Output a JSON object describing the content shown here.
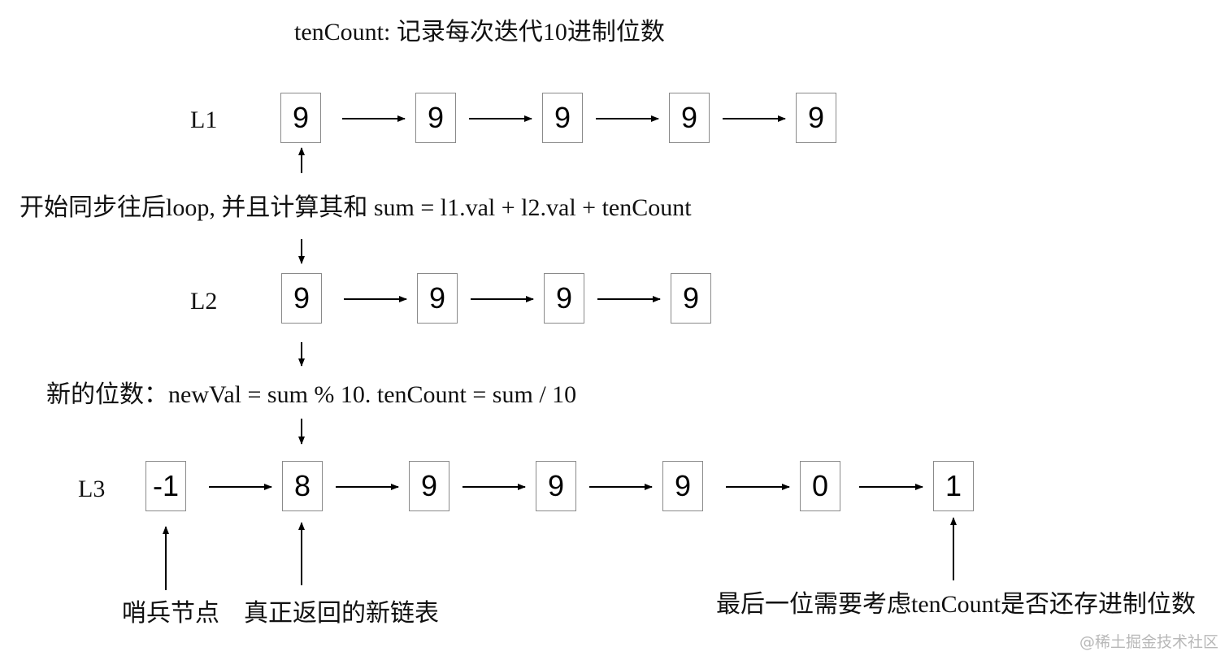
{
  "title": "tenCount: 记录每次迭代10进制位数",
  "lists": {
    "l1": {
      "label": "L1",
      "nodes": [
        "9",
        "9",
        "9",
        "9",
        "9"
      ]
    },
    "l2": {
      "label": "L2",
      "nodes": [
        "9",
        "9",
        "9",
        "9"
      ]
    },
    "l3": {
      "label": "L3",
      "nodes": [
        "-1",
        "8",
        "9",
        "9",
        "9",
        "0",
        "1"
      ]
    }
  },
  "annotations": {
    "loop": "开始同步往后loop, 并且计算其和 sum = l1.val + l2.val + tenCount",
    "new_val": "新的位数：newVal = sum % 10. tenCount = sum / 10",
    "sentinel": "哨兵节点",
    "real_head": "真正返回的新链表",
    "last_digit": "最后一位需要考虑tenCount是否还存进制位数"
  },
  "watermark": "@稀土掘金技术社区",
  "colors": {
    "stroke": "#000000",
    "node_border": "#8a8a8a",
    "watermark": "#b8b8b8"
  }
}
